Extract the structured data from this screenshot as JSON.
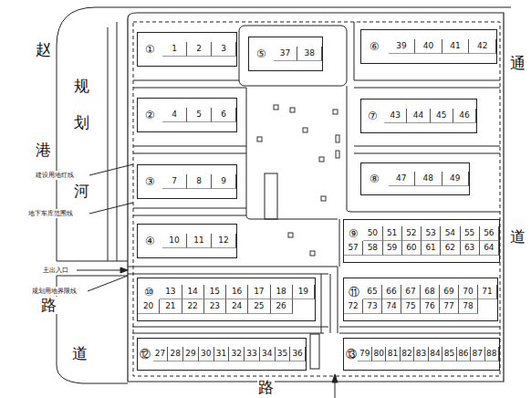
{
  "diagram": {
    "nodes": [
      {
        "text": [
          "①",
          "1",
          "2",
          "3"
        ]
      },
      {
        "text": [
          "⑤",
          "37",
          "38"
        ]
      },
      {
        "text": [
          "⑥",
          "39",
          "40",
          "41",
          "42"
        ]
      },
      {
        "text": [
          "②",
          "4",
          "5",
          "6"
        ]
      },
      {
        "text": [
          "⑦",
          "43",
          "44",
          "45",
          "46"
        ]
      },
      {
        "text": [
          "③",
          "7",
          "8",
          "9"
        ]
      },
      {
        "text": [
          "⑧",
          "47",
          "48",
          "49"
        ]
      },
      {
        "text": [
          "④",
          "10",
          "11",
          "12"
        ]
      },
      {
        "text": [
          "⑨",
          "50",
          "51",
          "52",
          "53",
          "54",
          "55",
          "56",
          "57",
          "58",
          "59",
          "60",
          "61",
          "62",
          "63",
          "64"
        ]
      },
      {
        "text": [
          "⑩",
          "13",
          "14",
          "15",
          "16",
          "17",
          "18",
          "19",
          "20",
          "21",
          "22",
          "23",
          "24",
          "25",
          "26"
        ]
      },
      {
        "text": [
          "⑪",
          "65",
          "66",
          "67",
          "68",
          "69",
          "70",
          "71",
          "72",
          "73",
          "74",
          "75",
          "76",
          "77",
          "78"
        ]
      },
      {
        "text": [
          "⑫",
          "27",
          "28",
          "29",
          "30",
          "31",
          "32",
          "33",
          "34",
          "35",
          "36"
        ]
      },
      {
        "text": [
          "⑬",
          "79",
          "80",
          "81",
          "82",
          "83",
          "84",
          "85",
          "86",
          "87",
          "88"
        ]
      }
    ],
    "labels": [
      "赵",
      "规",
      "划",
      "港",
      "河",
      "通",
      "道",
      "路",
      "道",
      "路",
      "建设用地红线",
      "地下车库范围线",
      "主出入口",
      "规划用地界限线"
    ]
  }
}
